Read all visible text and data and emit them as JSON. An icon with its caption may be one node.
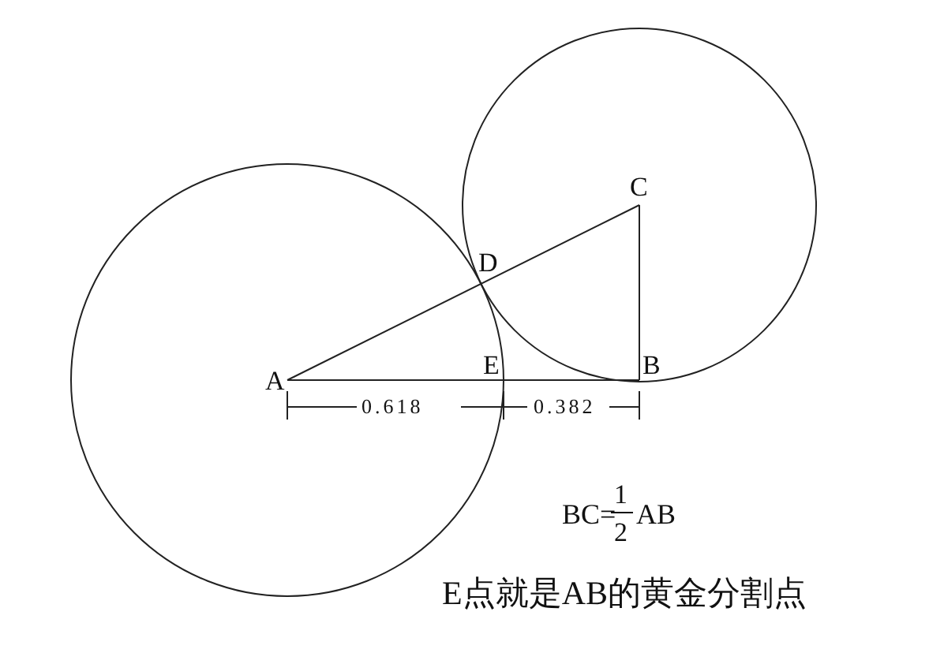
{
  "diagram": {
    "caption": "E点就是AB的黄金分割点",
    "labels": [
      "C",
      "D",
      "A",
      "E",
      "B",
      "0.618",
      "0.382",
      "BC=",
      "1",
      "2",
      "AB"
    ]
  }
}
